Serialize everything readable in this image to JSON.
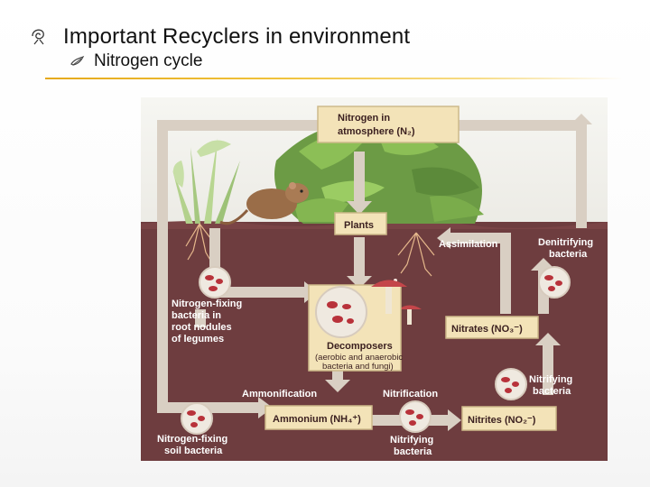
{
  "slide": {
    "title": "Important Recyclers in environment",
    "subtitle": "Nitrogen cycle",
    "bullet_icon": "fleuron-bullet-icon",
    "sub_bullet_icon": "fleuron-small-bullet-icon",
    "accent_color": "#e8b12a"
  },
  "diagram": {
    "atmosphere_label": "Nitrogen in atmosphere (N₂)",
    "atmosphere_line1": "Nitrogen in",
    "atmosphere_line2": "atmosphere (N₂)",
    "plants_label": "Plants",
    "assimilation_label": "Assimilation",
    "denitrifying_line1": "Denitrifying",
    "denitrifying_line2": "bacteria",
    "nfix_legume_lines": [
      "Nitrogen-fixing",
      "bacteria in",
      "root nodules",
      "of legumes"
    ],
    "decomposers_label": "Decomposers",
    "decomposers_note_line1": "(aerobic and anaerobic",
    "decomposers_note_line2": "bacteria and fungi)",
    "nitrates_label": "Nitrates (NO₃⁻)",
    "ammonification_label": "Ammonification",
    "nitrification_label": "Nitrification",
    "nitrifying_right_line1": "Nitrifying",
    "nitrifying_right_line2": "bacteria",
    "ammonium_label": "Ammonium (NH₄⁺)",
    "nitrites_label": "Nitrites (NO₂⁻)",
    "nfix_soil_line1": "Nitrogen-fixing",
    "nfix_soil_line2": "soil bacteria",
    "nitrifying_bottom_line1": "Nitrifying",
    "nitrifying_bottom_line2": "bacteria",
    "colors": {
      "sky": "#f3f3ef",
      "soil": "#6e3d3f",
      "arrow": "#d9cfc3",
      "label_box": "#f3e3b8",
      "bacteria_dot": "#b8323a"
    }
  }
}
